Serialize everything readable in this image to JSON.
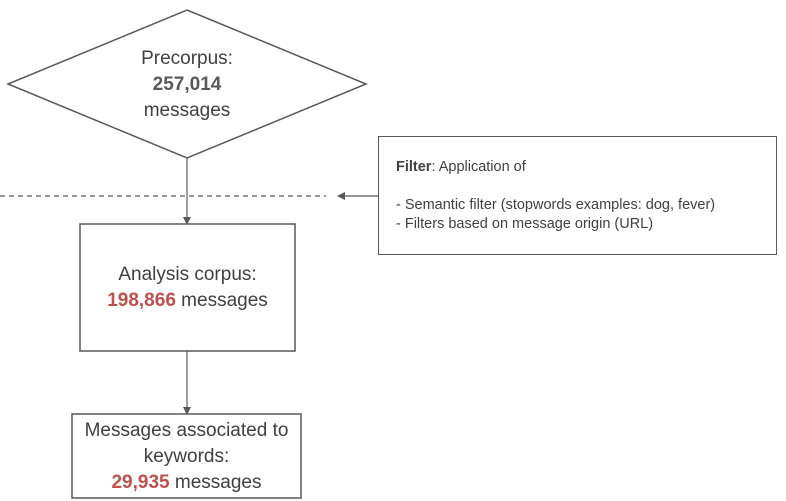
{
  "precorpus": {
    "title": "Precorpus:",
    "count": "257,014",
    "unit": "messages"
  },
  "analysis": {
    "title": "Analysis corpus:",
    "count": "198,866",
    "unit": "messages"
  },
  "keywords": {
    "title_line1": "Messages associated to",
    "title_line2": "keywords:",
    "count": "29,935",
    "unit": "messages"
  },
  "filter": {
    "label": "Filter",
    "intro": ": Application of",
    "items": [
      "- Semantic filter (stopwords examples: dog, fever)",
      "- Filters based on message origin (URL)"
    ]
  },
  "colors": {
    "highlight": "#c0504d",
    "text": "#404040",
    "line": "#595959"
  }
}
